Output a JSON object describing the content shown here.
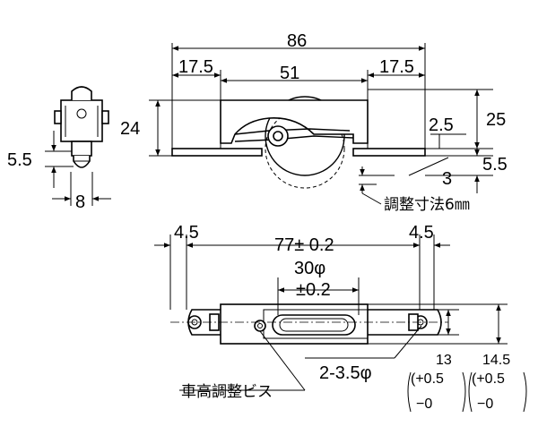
{
  "side_view": {
    "dim_height": "5.5",
    "dim_width": "8"
  },
  "front_view": {
    "dim_overall": "86",
    "dim_left_flange": "17.5",
    "dim_inner": "51",
    "dim_right_flange": "17.5",
    "dim_height": "24",
    "dim_total_height": "25",
    "dim_flange_rise": "2.5",
    "dim_wheel_drop": "5.5",
    "dim_adjust_step": "3",
    "adjust_note": "調整寸法6㎜"
  },
  "top_view": {
    "dim_left_edge": "4.5",
    "dim_hole_pitch": "77± 0.2",
    "dim_right_edge": "4.5",
    "dim_wheel_dia": "30φ",
    "dim_wheel_tol": "±0.2",
    "dim_holes": "2-3.5φ",
    "screw_label": "車高調整ビス",
    "dim_width_13": "13",
    "dim_width_13_tol_plus": "(+0.5",
    "dim_width_13_tol_minus": "−0",
    "dim_width_145": "14.5",
    "dim_width_145_tol_plus": "(+0.5",
    "dim_width_145_tol_minus": "−0"
  }
}
